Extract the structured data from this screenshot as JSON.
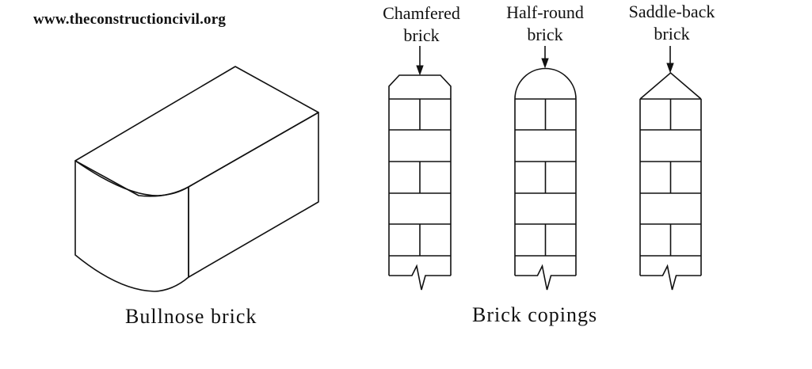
{
  "watermark": "www.theconstructioncivil.org",
  "bullnose": {
    "caption": "Bullnose  brick"
  },
  "copings": {
    "caption": "Brick  copings",
    "items": [
      {
        "id": "chamfered",
        "label_line1": "Chamfered",
        "label_line2": "brick",
        "shape": "chamfered"
      },
      {
        "id": "half-round",
        "label_line1": "Half-round",
        "label_line2": "brick",
        "shape": "half-round"
      },
      {
        "id": "saddle-back",
        "label_line1": "Saddle-back",
        "label_line2": "brick",
        "shape": "saddle-back"
      }
    ]
  },
  "colors": {
    "ink": "#111111",
    "background": "#ffffff"
  }
}
